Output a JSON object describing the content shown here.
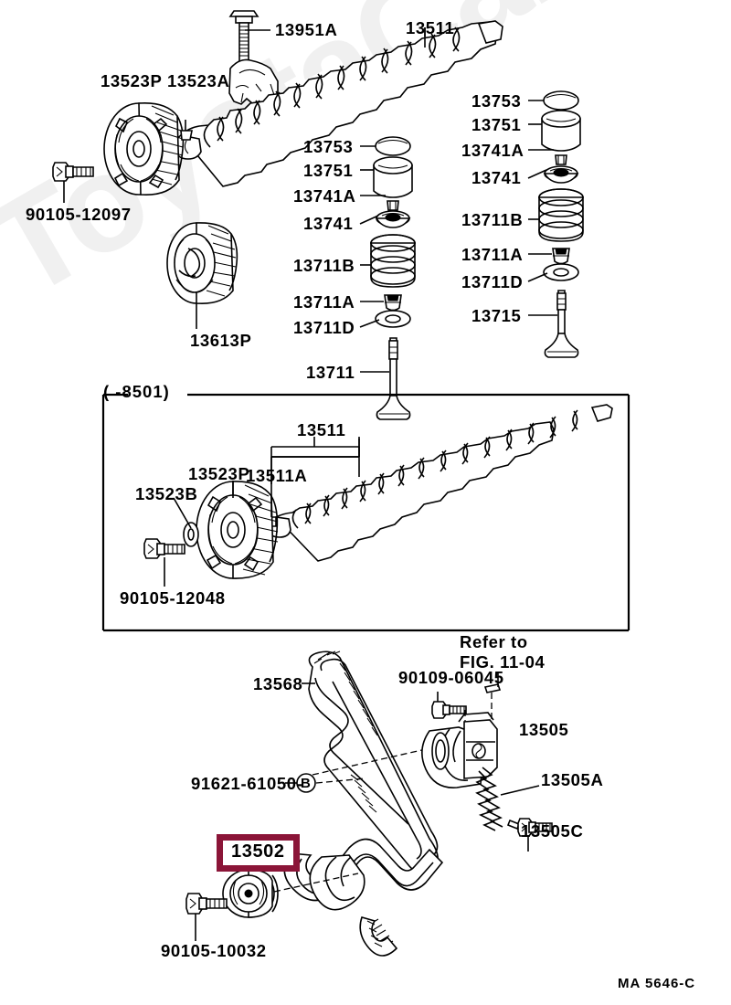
{
  "watermark": {
    "text": "ToyotaCarMine.ru"
  },
  "diagram": {
    "code": "MA 5646-C",
    "inset_title": "(    -8501)"
  },
  "labels": {
    "camshaft_bolt": "13951A",
    "camshaft_main": "13511",
    "timing_pulley": "13523P",
    "pulley_key": "13523A",
    "pulley_bolt": "90105-12097",
    "crank_pulley": "13613P",
    "valve_left": {
      "seal_cap": "13753",
      "lifter": "13751",
      "keeper": "13741A",
      "retainer": "13741",
      "spring": "13711B",
      "oil_seal": "13711A",
      "seat": "13711D",
      "valve": "13711"
    },
    "valve_right": {
      "seal_cap": "13753",
      "lifter": "13751",
      "keeper": "13741A",
      "retainer": "13741",
      "spring": "13711B",
      "oil_seal": "13711A",
      "seat": "13711D",
      "valve": "13715"
    },
    "inset": {
      "pulley": "13523P",
      "washer": "13523B",
      "bolt": "90105-12048",
      "camshaft": "13511",
      "camshaft_sub": "13511A"
    },
    "belt": {
      "timing_belt": "13568",
      "belt_note": "91621-61050-",
      "belt_note_mark": "B",
      "tensioner_bolt": "90109-06045",
      "refer_line1": "Refer to",
      "refer_line2": "FIG. 11-04",
      "tensioner": "13505",
      "spring": "13505A",
      "spring_bolt": "13505C",
      "idler": "13502",
      "idler_bolt": "90105-10032"
    }
  },
  "colors": {
    "highlight": "#8B1538",
    "line": "#000000",
    "watermark": "#f0f0f0"
  }
}
